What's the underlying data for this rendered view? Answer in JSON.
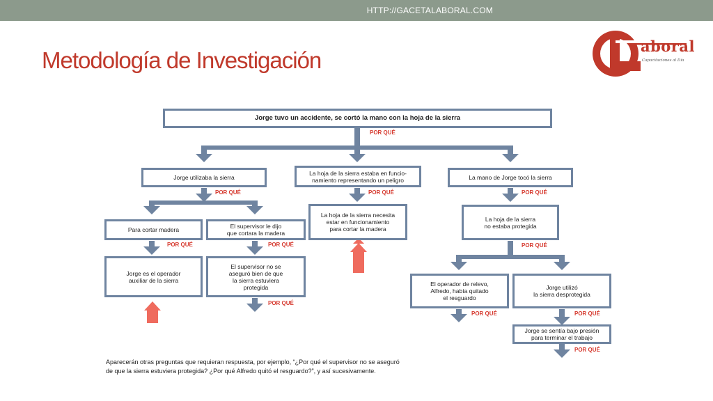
{
  "header": {
    "url": "HTTP://GACETALABORAL.COM"
  },
  "slide": {
    "title": "Metodología de Investigación"
  },
  "logo": {
    "wordmark": "aboral",
    "tagline": "Capacitaciones al Día",
    "color": "#c0392b"
  },
  "diagram": {
    "root": "Jorge tuvo un accidente, se cortó la mano con la hoja de la sierra",
    "por_que": "POR QUÉ",
    "level1": {
      "left": "Jorge utilizaba la sierra",
      "center": "La hoja de la sierra estaba en funcio-\nnamiento representando un peligro",
      "right": "La mano de Jorge tocó la sierra"
    },
    "level2": {
      "a": "Para cortar madera",
      "b": "El supervisor le dijo\nque cortara la madera",
      "c": "La hoja de la sierra necesita\nestar en funcionamiento\npara cortar la madera",
      "d": "La hoja de la sierra\nno estaba protegida"
    },
    "level3": {
      "a": "Jorge es el operador\nauxiliar de la sierra",
      "b": "El supervisor no se\naseguró bien de que\nla sierra estuviera\nprotegida",
      "c": "El operador de relevo,\nAlfredo, había quitado\nel resguardo",
      "d": "Jorge utilizó\nla sierra desprotegida"
    },
    "level4": {
      "a": "Jorge se sentía bajo presión\npara terminar el trabajo"
    }
  },
  "footnote": "Aparecerán otras preguntas que requieran respuesta, por ejemplo, “¿Por qué el supervisor no se aseguró\nde que la sierra estuviera protegida? ¿Por qué Alfredo quitó el resguardo?”, y así sucesivamente.",
  "colors": {
    "box_border": "#6f84a0",
    "por_que": "#d63a2f",
    "up_arrow": "#ef6b5e",
    "topbar": "#8c9a8c"
  }
}
